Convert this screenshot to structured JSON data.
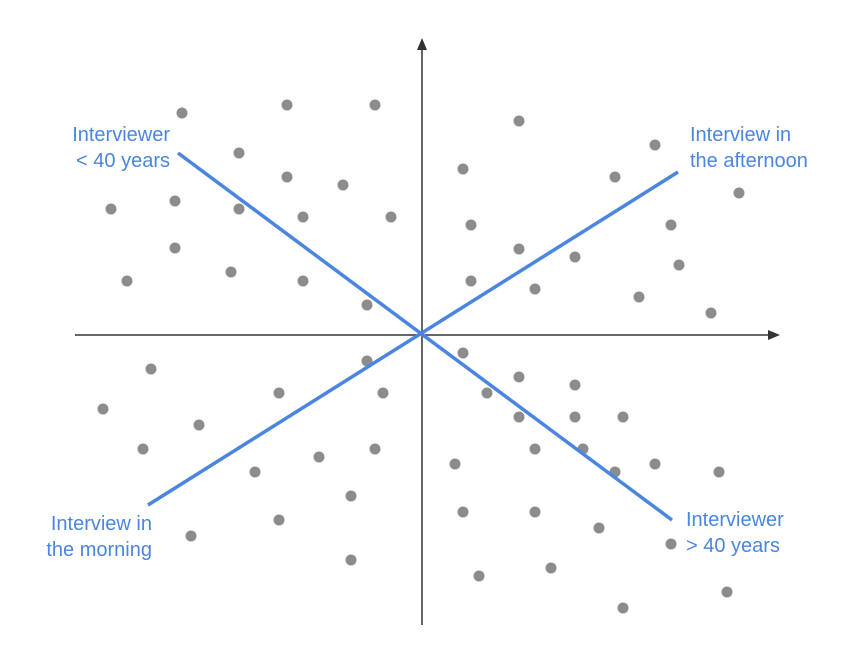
{
  "labels": {
    "top_left": [
      "Interviewer",
      "< 40 years"
    ],
    "top_right": [
      "Interview in",
      "the afternoon"
    ],
    "bottom_left": [
      "Interview in",
      "the morning"
    ],
    "bottom_right": [
      "Interviewer",
      "> 40 years"
    ]
  },
  "colors": {
    "axis": "#333333",
    "line": "#4a86e0",
    "dot": "#8c8c8c",
    "text": "#4a86e0"
  }
}
